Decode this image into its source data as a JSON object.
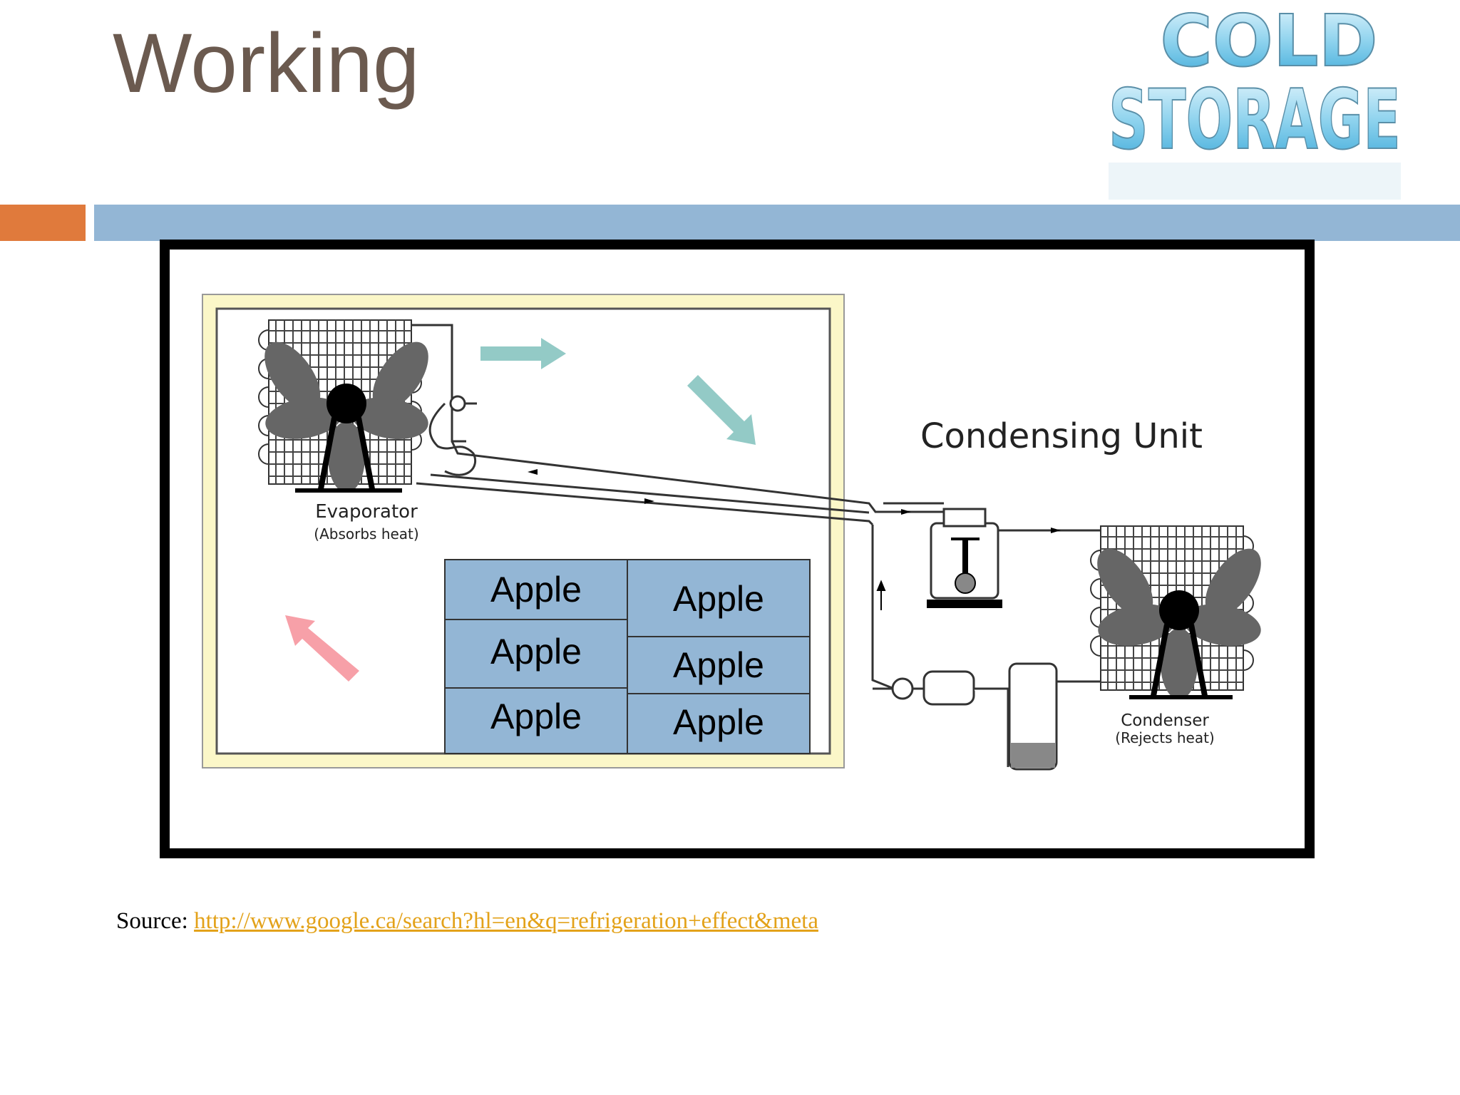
{
  "slide": {
    "title": "Working",
    "logo_text": [
      "COLD",
      "STORAGE"
    ],
    "source_label": "Source:",
    "source_link": "http://www.google.ca/search?hl=en&q=refrigeration+effect&meta"
  },
  "diagram": {
    "condensing_unit_label": "Condensing Unit",
    "evaporator_label": "Evaporator",
    "evaporator_sublabel": "(Absorbs heat)",
    "condenser_label": "Condenser",
    "condenser_sublabel": "(Rejects heat)",
    "boxes": [
      "Apple",
      "Apple",
      "Apple",
      "Apple",
      "Apple",
      "Apple"
    ]
  },
  "colors": {
    "title": "#6b5a4f",
    "accent_orange": "#e07a3c",
    "accent_blue": "#93b6d5",
    "apple_box": "#93b6d5",
    "room_border": "#fbf7c8",
    "cool_arrow": "#93cac6",
    "warm_arrow": "#f7a0a8",
    "link": "#e3a21a"
  }
}
